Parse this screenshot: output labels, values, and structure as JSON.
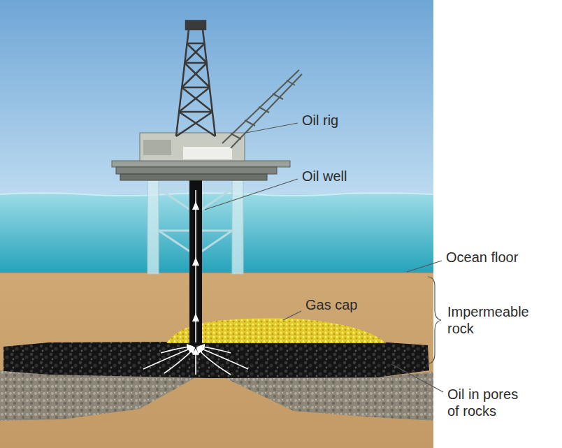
{
  "diagram": {
    "labels": [
      "Oil rig",
      "Oil well",
      "Ocean floor",
      "Gas cap",
      "Impermeable rock",
      "Oil in pores of rocks"
    ]
  }
}
